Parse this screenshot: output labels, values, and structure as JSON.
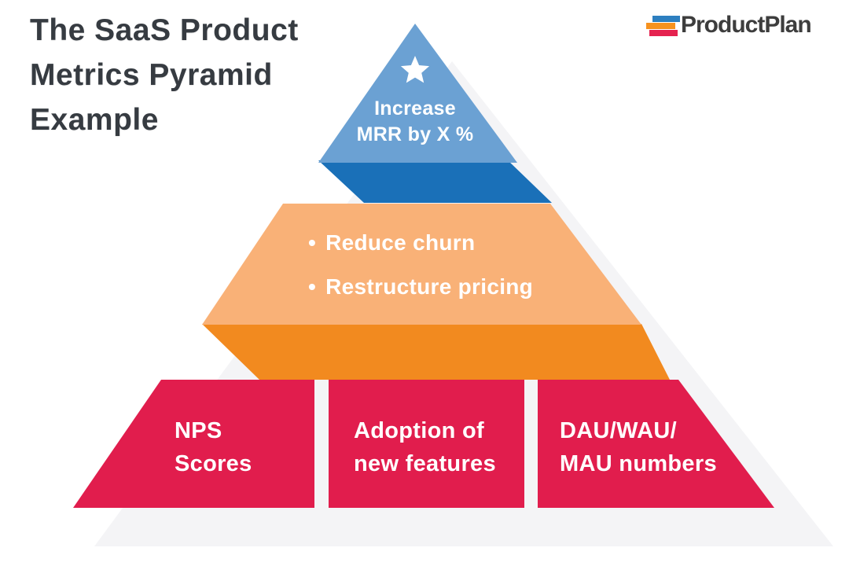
{
  "page": {
    "title": "The SaaS Product\nMetrics Pyramid\nExample"
  },
  "logo": {
    "text": "ProductPlan",
    "mark_icon": "three-stacked-bars",
    "bar_colors": [
      "#2d7fc0",
      "#f6921f",
      "#e5224f"
    ]
  },
  "pyramid": {
    "tier1": {
      "icon": "star",
      "label": "Increase\nMRR by X %",
      "face_color": "#6ba1d3",
      "side_color": "#1a70b8"
    },
    "tier2": {
      "bullet": "•",
      "items": [
        "Reduce churn",
        "Restructure pricing"
      ],
      "face_color": "#f9b177",
      "side_color": "#f28a1f"
    },
    "tier3": {
      "blocks": [
        "NPS\nScores",
        "Adoption of\nnew features",
        "DAU/WAU/\nMAU numbers"
      ],
      "face_color": "#e11d4d"
    }
  },
  "colors": {
    "background": "#ffffff",
    "drop_shadow": "#f4f4f6",
    "title_text": "#363b41",
    "tier_text": "#ffffff"
  }
}
